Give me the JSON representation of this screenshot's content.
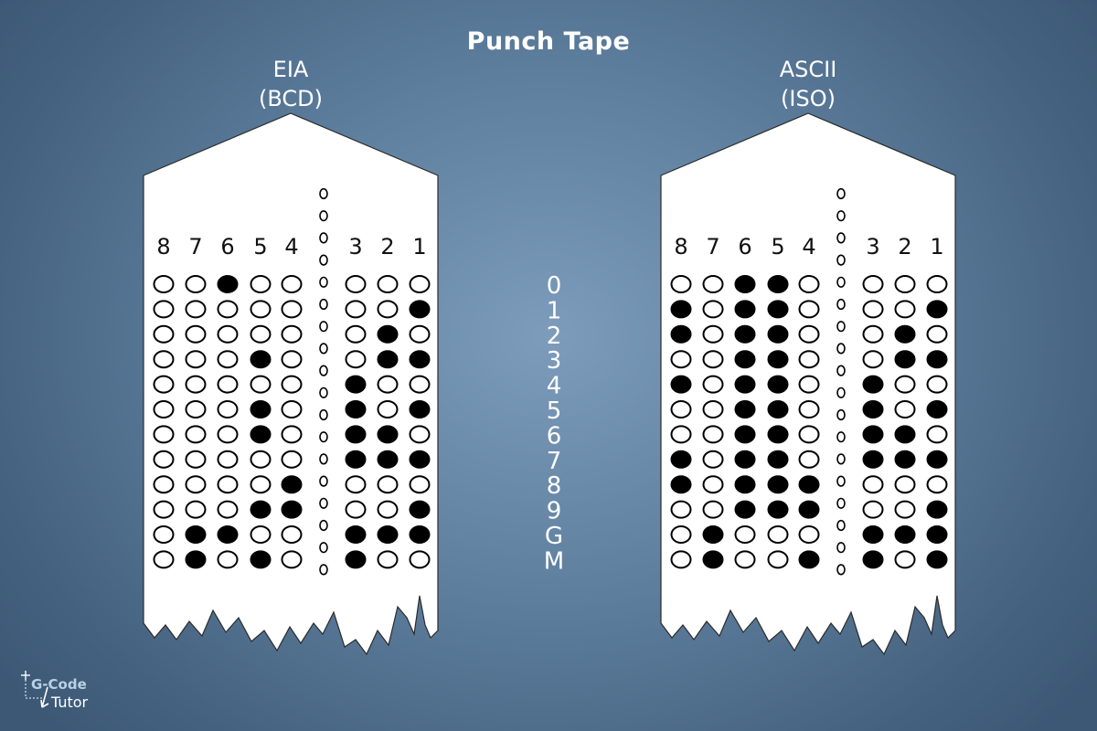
{
  "title": "Punch Tape",
  "tapes": [
    {
      "label_line1": "EIA",
      "label_line2": "(BCD)",
      "channels": [
        "8",
        "7",
        "6",
        "5",
        "4",
        "3",
        "2",
        "1"
      ],
      "holes": [
        [
          0,
          0,
          1,
          0,
          0,
          0,
          0,
          0
        ],
        [
          0,
          0,
          0,
          0,
          0,
          0,
          0,
          1
        ],
        [
          0,
          0,
          0,
          0,
          0,
          0,
          1,
          0
        ],
        [
          0,
          0,
          0,
          1,
          0,
          0,
          1,
          1
        ],
        [
          0,
          0,
          0,
          0,
          0,
          1,
          0,
          0
        ],
        [
          0,
          0,
          0,
          1,
          0,
          1,
          0,
          1
        ],
        [
          0,
          0,
          0,
          1,
          0,
          1,
          1,
          0
        ],
        [
          0,
          0,
          0,
          0,
          0,
          1,
          1,
          1
        ],
        [
          0,
          0,
          0,
          0,
          1,
          0,
          0,
          0
        ],
        [
          0,
          0,
          0,
          1,
          1,
          0,
          0,
          1
        ],
        [
          0,
          1,
          1,
          0,
          0,
          1,
          1,
          1
        ],
        [
          0,
          1,
          0,
          1,
          0,
          1,
          0,
          0
        ]
      ]
    },
    {
      "label_line1": "ASCII",
      "label_line2": "(ISO)",
      "channels": [
        "8",
        "7",
        "6",
        "5",
        "4",
        "3",
        "2",
        "1"
      ],
      "holes": [
        [
          0,
          0,
          1,
          1,
          0,
          0,
          0,
          0
        ],
        [
          1,
          0,
          1,
          1,
          0,
          0,
          0,
          1
        ],
        [
          1,
          0,
          1,
          1,
          0,
          0,
          1,
          0
        ],
        [
          0,
          0,
          1,
          1,
          0,
          0,
          1,
          1
        ],
        [
          1,
          0,
          1,
          1,
          0,
          1,
          0,
          0
        ],
        [
          0,
          0,
          1,
          1,
          0,
          1,
          0,
          1
        ],
        [
          0,
          0,
          1,
          1,
          0,
          1,
          1,
          0
        ],
        [
          1,
          0,
          1,
          1,
          0,
          1,
          1,
          1
        ],
        [
          1,
          0,
          1,
          1,
          1,
          0,
          0,
          0
        ],
        [
          0,
          0,
          1,
          1,
          1,
          0,
          0,
          1
        ],
        [
          0,
          1,
          0,
          0,
          0,
          1,
          1,
          1
        ],
        [
          0,
          1,
          0,
          0,
          1,
          1,
          0,
          1
        ]
      ]
    }
  ],
  "characters": [
    "0",
    "1",
    "2",
    "3",
    "4",
    "5",
    "6",
    "7",
    "8",
    "9",
    "G",
    "M"
  ],
  "logo": {
    "line1": "G-Code",
    "line2": "Tutor"
  },
  "colors": {
    "tape": "#ffffff",
    "ink": "#000000",
    "text": "#ffffff"
  }
}
